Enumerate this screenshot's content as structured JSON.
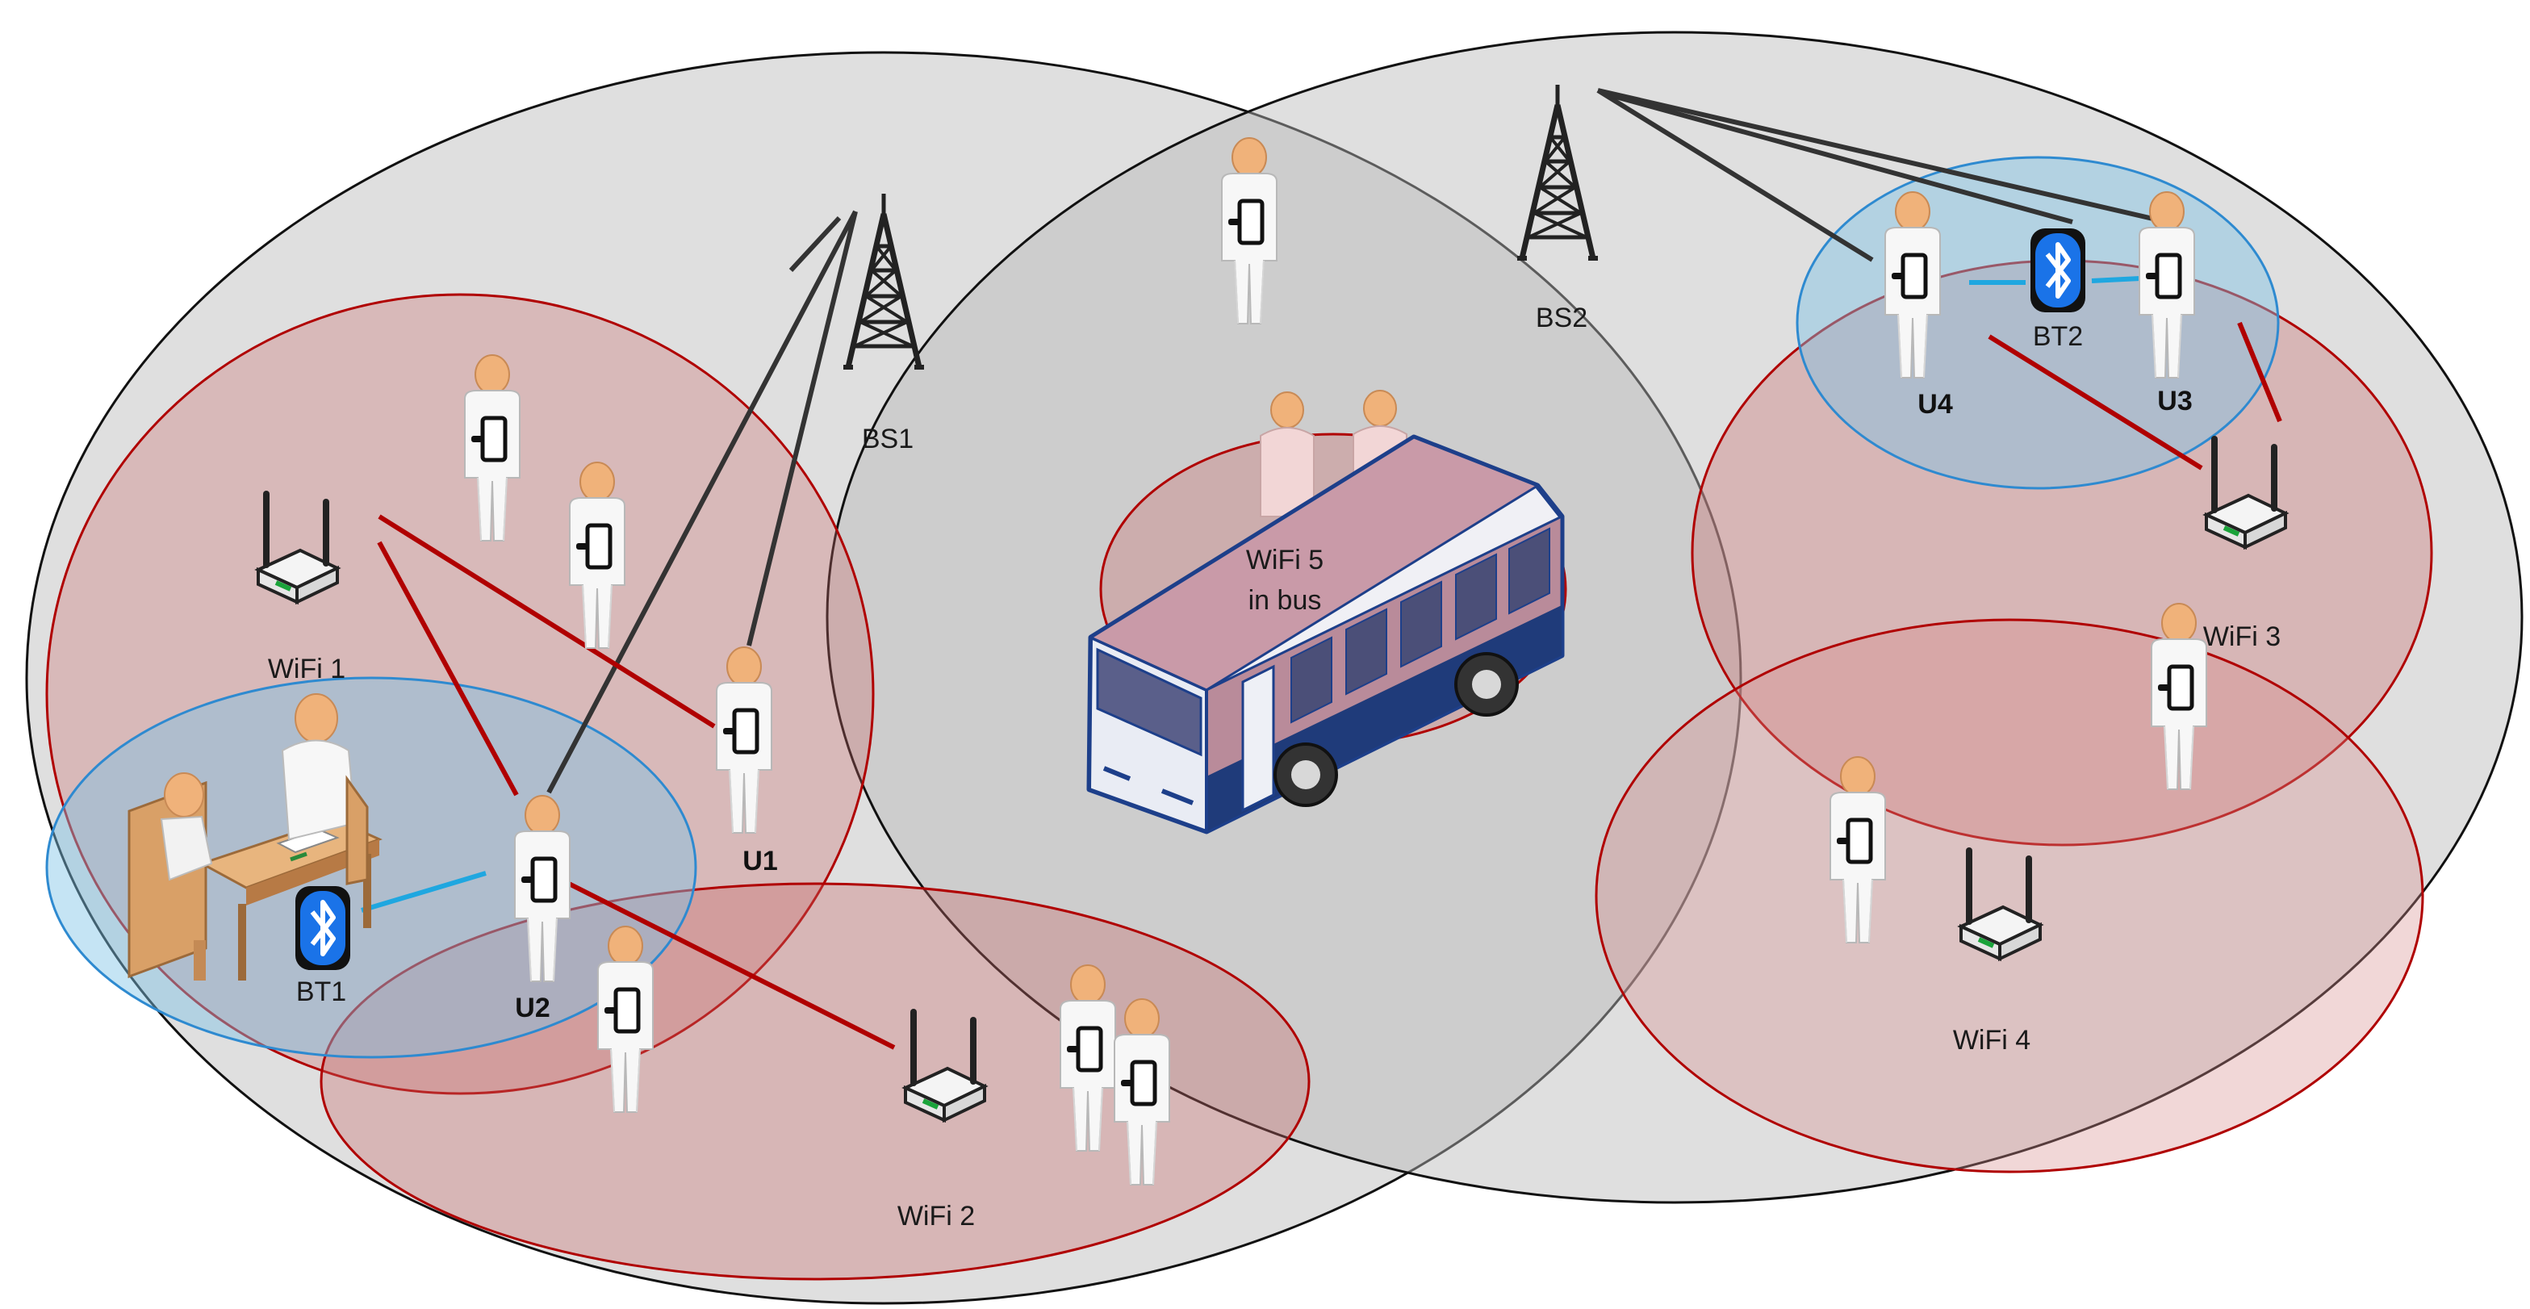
{
  "base_stations": [
    {
      "id": "bs1",
      "label": "BS1"
    },
    {
      "id": "bs2",
      "label": "BS2"
    }
  ],
  "wifi": [
    {
      "id": "wifi1",
      "label": "WiFi 1"
    },
    {
      "id": "wifi2",
      "label": "WiFi 2"
    },
    {
      "id": "wifi3",
      "label": "WiFi 3"
    },
    {
      "id": "wifi4",
      "label": "WiFi 4"
    },
    {
      "id": "wifi5",
      "label": "WiFi 5",
      "label_line2": "in bus"
    }
  ],
  "bluetooth": [
    {
      "id": "bt1",
      "label": "BT1"
    },
    {
      "id": "bt2",
      "label": "BT2"
    }
  ],
  "users": [
    {
      "id": "u1",
      "label": "U1"
    },
    {
      "id": "u2",
      "label": "U2"
    },
    {
      "id": "u3",
      "label": "U3"
    },
    {
      "id": "u4",
      "label": "U4"
    }
  ],
  "colors": {
    "cell_fill": "#b9b9b9",
    "wifi_fill": "#c96a6a",
    "wifi_stroke": "#b00000",
    "bt_fill": "#7ec3e6",
    "bt_stroke": "#2e8ad0",
    "cellular_link": "#333333",
    "wifi_link": "#b00000",
    "bt_link": "#1fa7e0",
    "bluetooth_badge": "#1a73e8"
  },
  "icons": {
    "tower": "cell-tower-icon",
    "router": "wifi-router-icon",
    "person": "person-with-phone-icon",
    "bus": "bus-icon",
    "bluetooth": "bluetooth-icon",
    "desk": "office-desk-icon"
  }
}
